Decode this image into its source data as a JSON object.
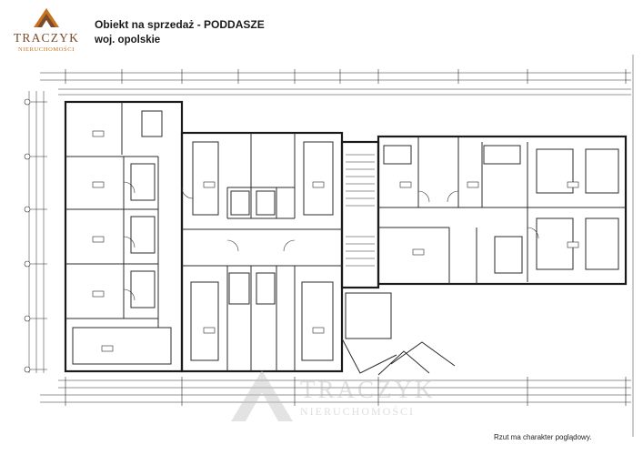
{
  "logo": {
    "name": "TRACZYK",
    "sub": "NIERUCHOMOŚCI",
    "icon": "house-roof-icon",
    "colors": {
      "brown": "#7a4a2a",
      "orange": "#c8721f"
    }
  },
  "header": {
    "title": "Obiekt na sprzedaż - PODDASZE",
    "subtitle": "woj. opolskie"
  },
  "watermark": {
    "name": "TRACZYK",
    "sub": "NIERUCHOMOŚCI"
  },
  "note": "Rzut ma charakter poglądowy."
}
